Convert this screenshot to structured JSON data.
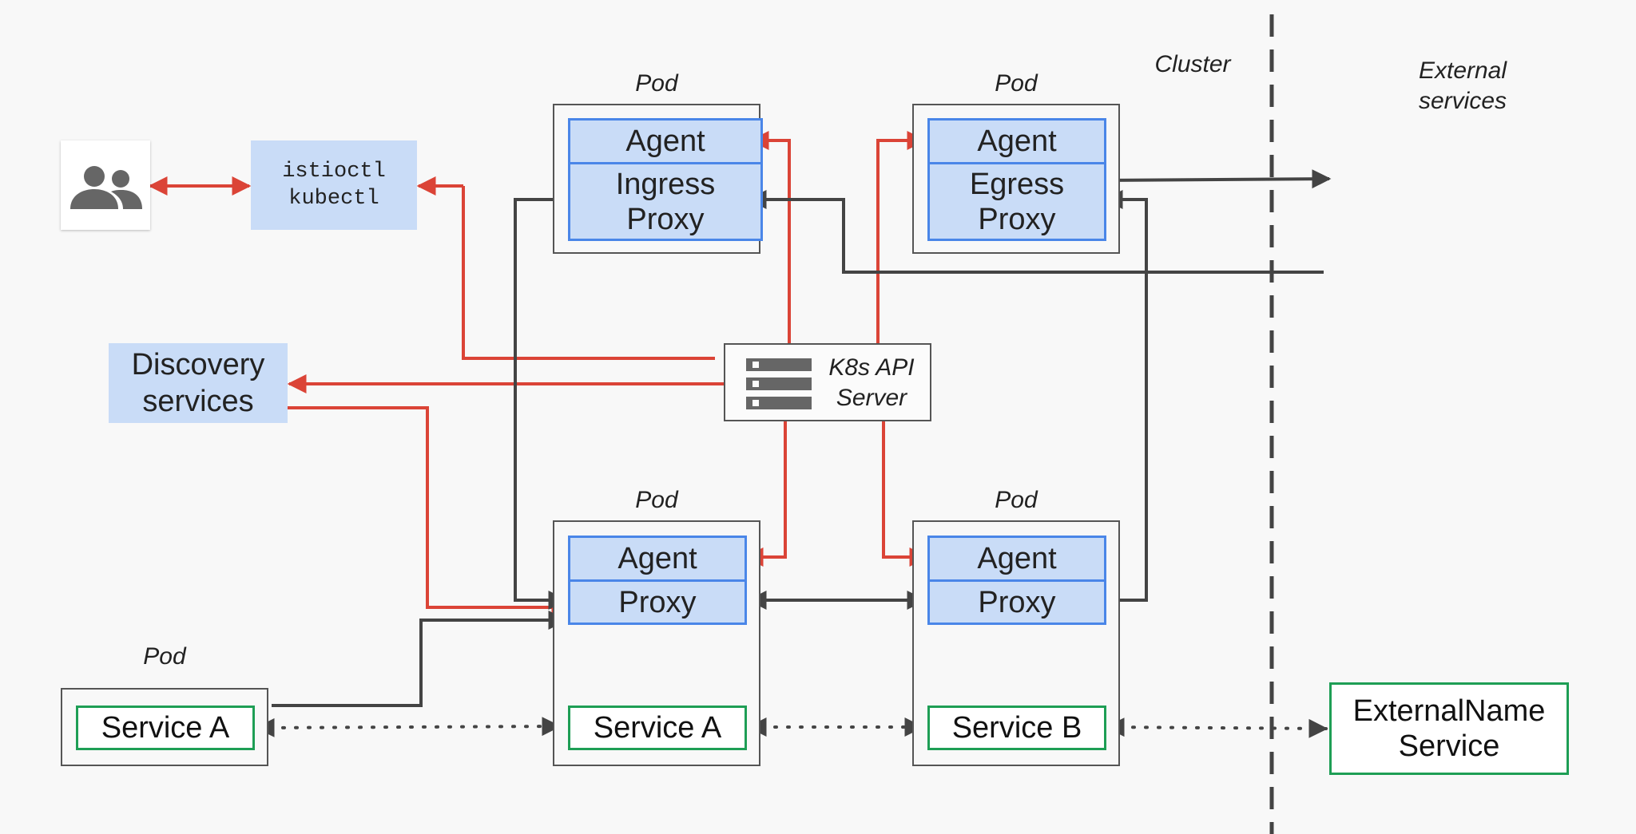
{
  "colors": {
    "red_connector": "#db4437",
    "dark_connector": "#444444",
    "blue_fill": "#c9dcf7",
    "blue_border": "#4a86e8",
    "green_border": "#1e9e55",
    "pod_border": "#555555"
  },
  "labels": {
    "cluster": "Cluster",
    "external_services": "External\nservices"
  },
  "users": {
    "icon": "people-icon"
  },
  "tools": {
    "text": "istioctl\nkubectl"
  },
  "discovery": {
    "text": "Discovery\nservices"
  },
  "k8s_api": {
    "icon": "server-icon",
    "text": "K8s API\nServer"
  },
  "pods": {
    "ingress": {
      "label": "Pod",
      "agent": "Agent",
      "proxy": "Ingress\nProxy"
    },
    "egress": {
      "label": "Pod",
      "agent": "Agent",
      "proxy": "Egress\nProxy"
    },
    "service_a_mesh": {
      "label": "Pod",
      "agent": "Agent",
      "proxy": "Proxy",
      "service": "Service A"
    },
    "service_b_mesh": {
      "label": "Pod",
      "agent": "Agent",
      "proxy": "Proxy",
      "service": "Service B"
    },
    "service_a_plain": {
      "label": "Pod",
      "service": "Service A"
    }
  },
  "external_name": {
    "text": "ExternalName\nService"
  }
}
